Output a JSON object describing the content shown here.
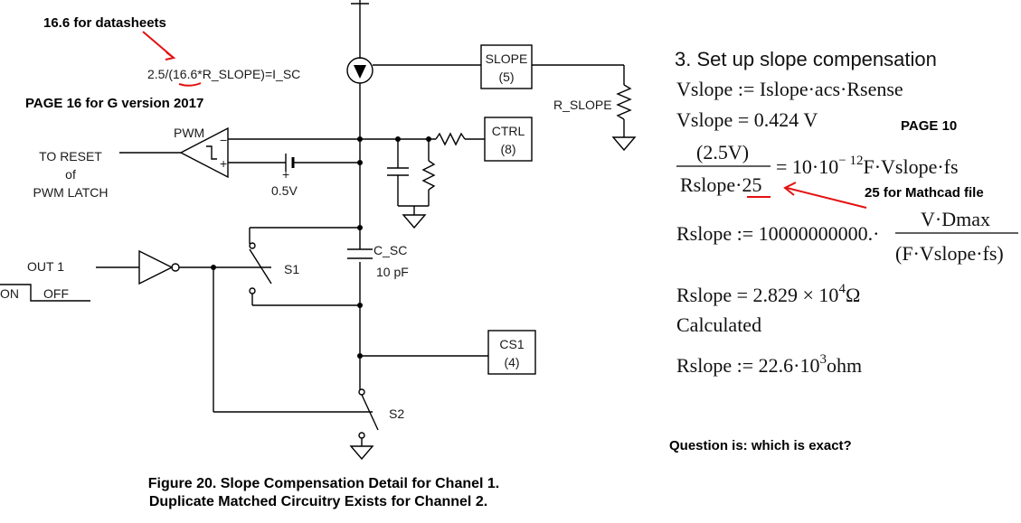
{
  "annotations": {
    "datasheets_note": "16.6 for datasheets",
    "page16_note": "PAGE 16 for G version 2017",
    "page10_note": "PAGE 10",
    "mathcad_note": "25 for Mathcad file",
    "question": "Question is: which is exact?"
  },
  "circuit": {
    "formula_prefix": "2.5/(",
    "formula_highlight": "16.6",
    "formula_suffix": "*R_SLOPE)=I_SC",
    "slope_block": "SLOPE",
    "slope_pin": "(5)",
    "r_slope": "R_SLOPE",
    "ctrl_block": "CTRL",
    "ctrl_pin": "(8)",
    "pwm": "PWM",
    "to_reset": "TO RESET",
    "of": "of",
    "pwm_latch": "PWM LATCH",
    "voltage_src": "0.5V",
    "c_sc": "C_SC",
    "cap_value": "10 pF",
    "s1": "S1",
    "s2": "S2",
    "out1": "OUT 1",
    "on": "ON",
    "off": "OFF",
    "cs1_block": "CS1",
    "cs1_pin": "(4)"
  },
  "caption": {
    "line1": "Figure 20.  Slope Compensation Detail for Chanel 1.",
    "line2": "Duplicate Matched Circuitry Exists for Channel 2."
  },
  "math": {
    "heading": "3. Set up slope compensation",
    "eq1": "Vslope := Islope·acs·Rsense",
    "eq2": "Vslope = 0.424 V",
    "eq3_num": "(2.5V)",
    "eq3_den_a": "Rslope·",
    "eq3_den_b": "25",
    "eq3_rhs_a": "= 10·10",
    "eq3_rhs_exp": "− 12",
    "eq3_rhs_b": "F·Vslope·fs",
    "eq4_lhs": "Rslope := 10000000000.·",
    "eq4_num": "V·Dmax",
    "eq4_den": "(F·Vslope·fs)",
    "eq5_a": "Rslope = 2.829 × 10",
    "eq5_exp": "4",
    "eq5_unit": "Ω",
    "calculated": "Calculated",
    "eq6_a": "Rslope := 22.6·10",
    "eq6_exp": "3",
    "eq6_unit": "ohm"
  }
}
